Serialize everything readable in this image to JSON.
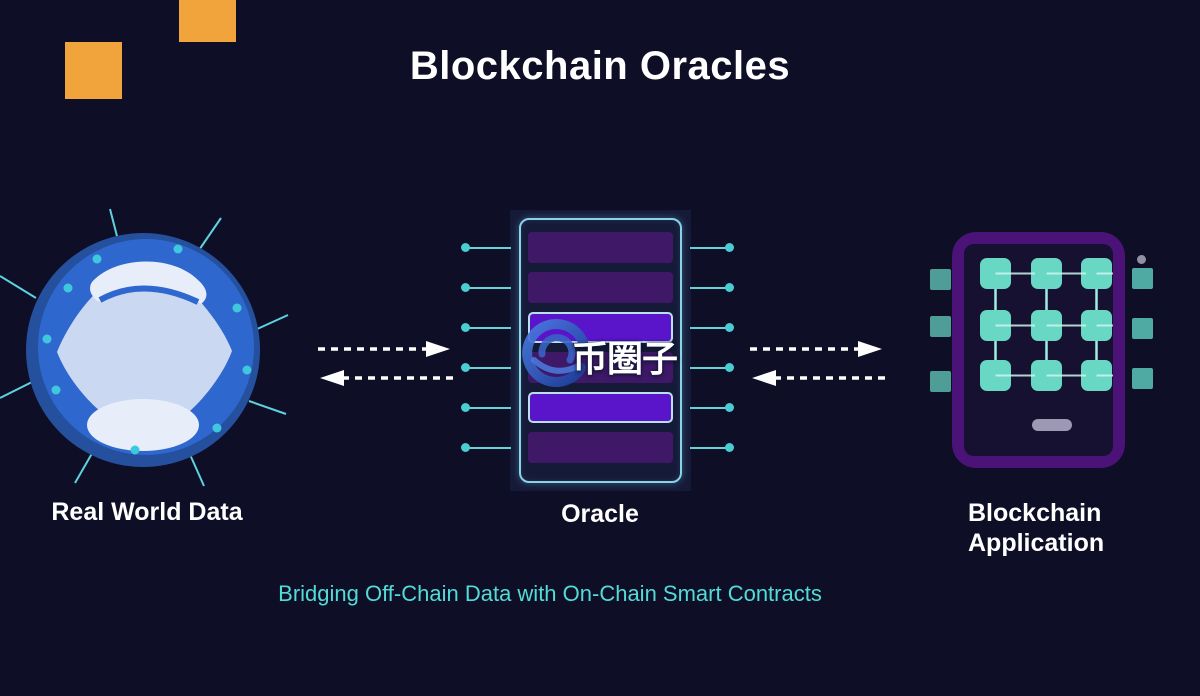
{
  "title": "Blockchain Oracles",
  "tagline": "Bridging Off-Chain Data with On-Chain Smart Contracts",
  "nodes": {
    "real_world": {
      "label": "Real World Data"
    },
    "oracle": {
      "label": "Oracle"
    },
    "blockchain_app": {
      "label_line1": "Blockchain",
      "label_line2": "Application"
    }
  },
  "watermark": {
    "text": "币圈子"
  },
  "icons": {
    "globe": "globe-icon",
    "oracle_server": "oracle-server-icon",
    "phone": "phone-icon",
    "flow_right": "dashed-arrow-right-icon",
    "flow_left": "dashed-arrow-left-icon"
  },
  "colors": {
    "background": "#0E0E26",
    "accent_orange": "#F2A43C",
    "tagline_cyan": "#52DBD7",
    "globe_blue_outer": "#24509E",
    "globe_blue_inner": "#2E68CF",
    "land_light": "#CBD8F2",
    "oracle_bar_dark": "#3F1968",
    "oracle_bar_bright": "#5A14C9",
    "oracle_border_cyan": "#8AD2E8",
    "phone_frame_purple": "#4B1277",
    "chain_square_teal": "#68D8C4",
    "connector_cyan": "#49CCD2",
    "arrow_white": "#FFFFFF"
  }
}
